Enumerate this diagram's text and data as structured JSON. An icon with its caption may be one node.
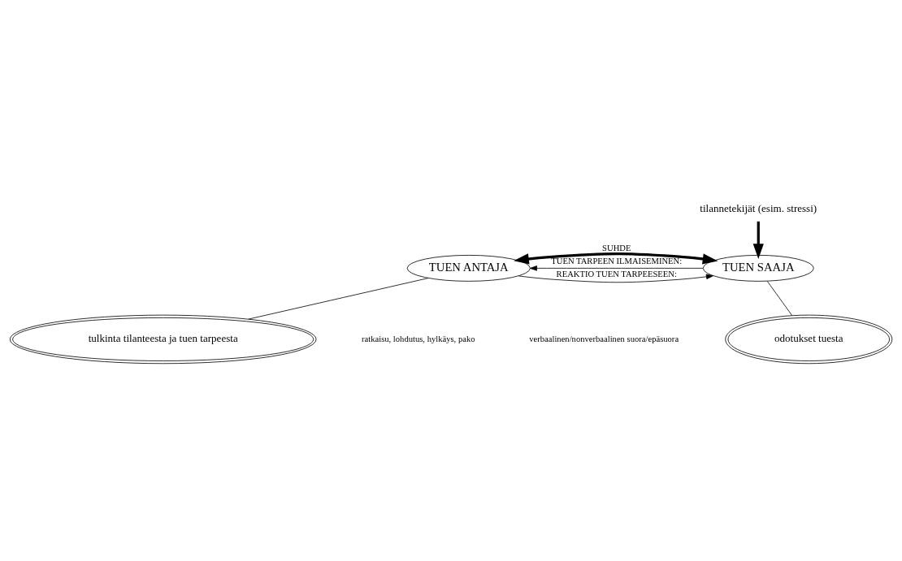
{
  "diagram": {
    "nodes": [
      {
        "text": [
          "tulkinta tilanteesta ja tuen tarpeesta"
        ]
      },
      {
        "text": [
          "odotukset tuesta"
        ]
      },
      {
        "text": [
          "TUEN ANTAJA"
        ]
      },
      {
        "text": [
          "TUEN SAAJA"
        ]
      },
      {
        "text": [
          "tilannetekijät (esim. stressi)"
        ]
      }
    ],
    "edges": [
      {
        "from": 2,
        "to": 0,
        "arrow": "none"
      },
      {
        "from": 3,
        "to": 1,
        "arrow": "none"
      },
      {
        "from": 2,
        "to": 3,
        "arrow": "to",
        "label": "REAKTIO TUEN TARPEESEEN:"
      },
      {
        "from": 2,
        "to": 3,
        "arrow": "both",
        "label": "SUHDE",
        "style": "thick"
      },
      {
        "from": 3,
        "to": 2,
        "arrow": "to",
        "label": "TUEN TARPEEN ILMAISEMINEN:"
      },
      {
        "from": 4,
        "to": 3,
        "arrow": "to",
        "style": "thick"
      }
    ],
    "labels": [
      "ratkaisu, lohdutus, hylkäys, pako",
      "verbaalinen/nonverbaalinen suora/epäsuora"
    ]
  }
}
